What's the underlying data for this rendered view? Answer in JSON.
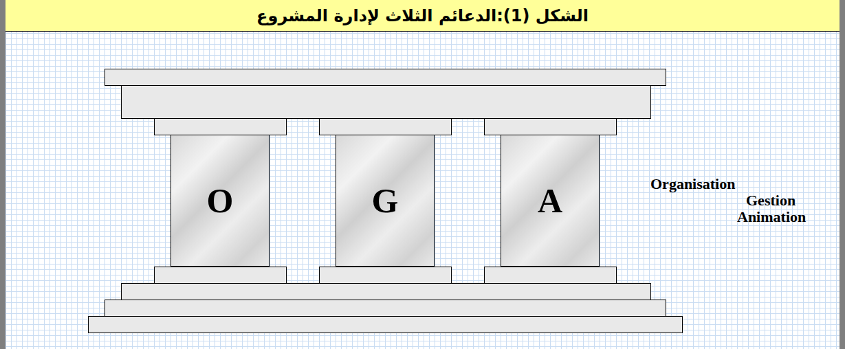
{
  "diagram": {
    "title": "الشكل (1):الدعائم الثلاث لإدارة المشروع",
    "nodes": [
      {
        "text": [
          "O"
        ]
      },
      {
        "text": [
          "G"
        ]
      },
      {
        "text": [
          "A"
        ]
      }
    ],
    "labels": [
      "Organisation",
      "Gestion",
      "Animation"
    ]
  }
}
